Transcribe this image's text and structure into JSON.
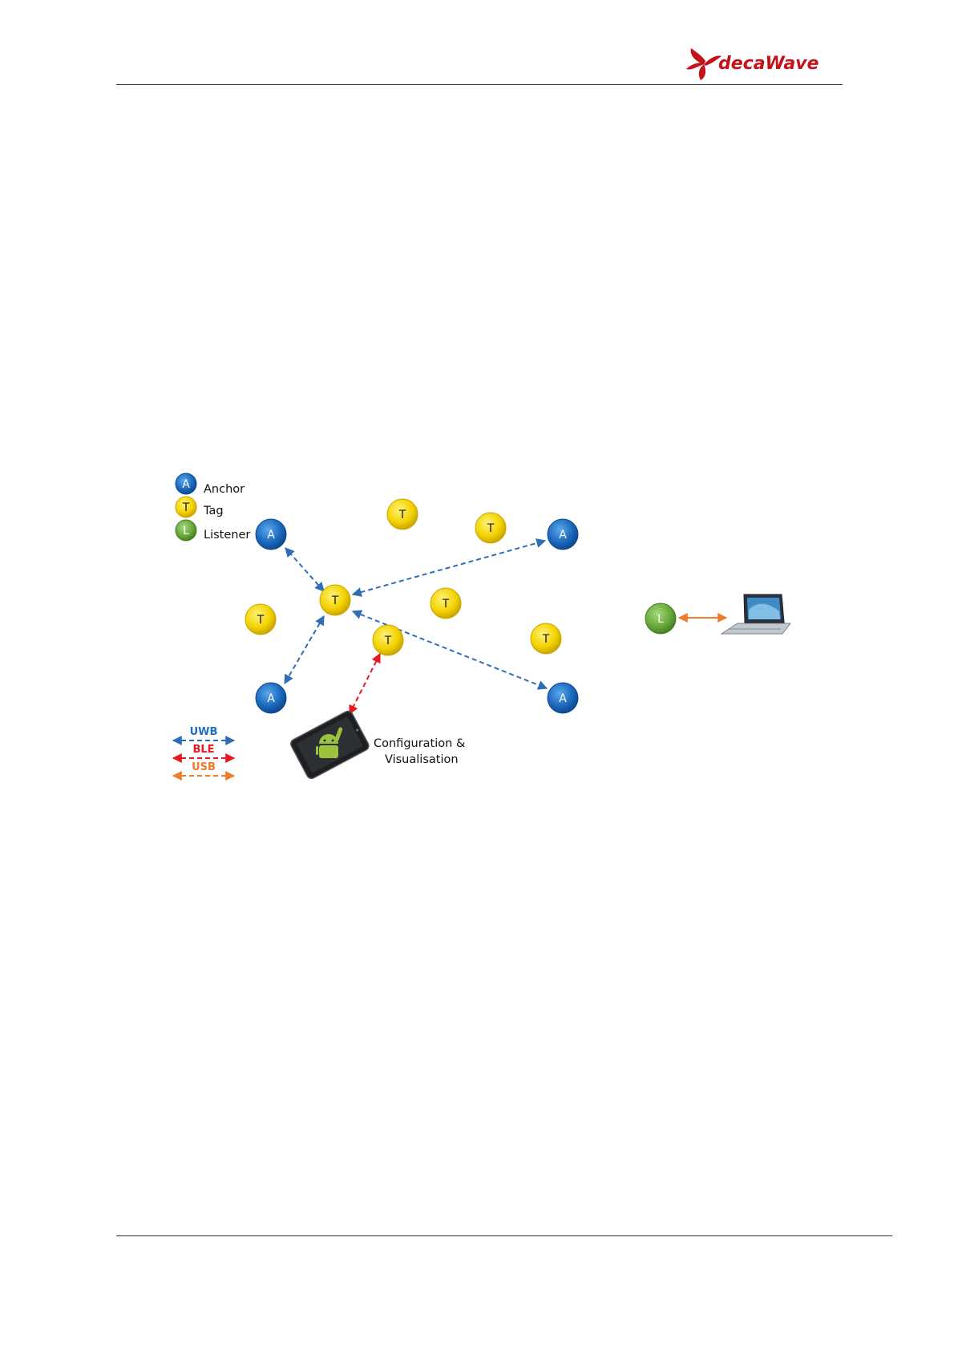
{
  "header": {
    "brand": "decaWave"
  },
  "legend": {
    "node_types": [
      {
        "key": "anchor",
        "symbol": "A",
        "label": "Anchor",
        "color": "#1f6fc0"
      },
      {
        "key": "tag",
        "symbol": "T",
        "label": "Tag",
        "color": "#f2d100"
      },
      {
        "key": "listener",
        "symbol": "L",
        "label": "Listener",
        "color": "#6aae3c"
      }
    ],
    "link_types": [
      {
        "key": "uwb",
        "label": "UWB",
        "color": "#1f6fc0"
      },
      {
        "key": "ble",
        "label": "BLE",
        "color": "#e8191e"
      },
      {
        "key": "usb",
        "label": "USB",
        "color": "#ee7d2b"
      }
    ]
  },
  "diagram": {
    "nodes": [
      {
        "id": "a1",
        "type": "anchor",
        "symbol": "A"
      },
      {
        "id": "a2",
        "type": "anchor",
        "symbol": "A"
      },
      {
        "id": "a3",
        "type": "anchor",
        "symbol": "A"
      },
      {
        "id": "a4",
        "type": "anchor",
        "symbol": "A"
      },
      {
        "id": "t-main",
        "type": "tag",
        "symbol": "T"
      },
      {
        "id": "t2",
        "type": "tag",
        "symbol": "T"
      },
      {
        "id": "t3",
        "type": "tag",
        "symbol": "T"
      },
      {
        "id": "t4",
        "type": "tag",
        "symbol": "T"
      },
      {
        "id": "t5",
        "type": "tag",
        "symbol": "T"
      },
      {
        "id": "t6",
        "type": "tag",
        "symbol": "T"
      },
      {
        "id": "t7",
        "type": "tag",
        "symbol": "T"
      },
      {
        "id": "l1",
        "type": "listener",
        "symbol": "L"
      }
    ],
    "links": [
      {
        "from": "t-main",
        "to": "a1",
        "type": "uwb"
      },
      {
        "from": "t-main",
        "to": "a2",
        "type": "uwb"
      },
      {
        "from": "t-main",
        "to": "a3",
        "type": "uwb"
      },
      {
        "from": "t-main",
        "to": "a4",
        "type": "uwb"
      },
      {
        "from": "t7",
        "to": "tablet",
        "type": "ble"
      },
      {
        "from": "l1",
        "to": "laptop",
        "type": "usb"
      }
    ],
    "tablet_caption": {
      "line1": "Configuration &",
      "line2": "Visualisation"
    }
  }
}
